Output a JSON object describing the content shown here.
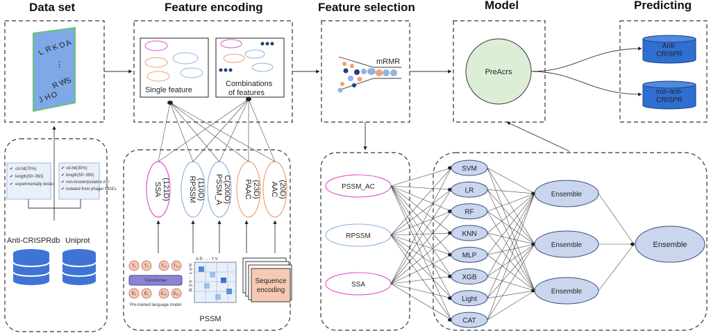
{
  "headers": {
    "dataset": "Data set",
    "encoding": "Feature encoding",
    "selection": "Feature selection",
    "model": "Model",
    "predicting": "Predicting"
  },
  "dataset_image_letters": [
    "L",
    "R",
    "K",
    "D",
    "A",
    "R",
    "W",
    "S",
    "J",
    "H",
    "O"
  ],
  "filters": {
    "anti_crispr": [
      "cd-hit(70%)",
      "length(50~350)",
      "experimentally tested"
    ],
    "uniprot": [
      "cd-hit(30%)",
      "length(50~350)",
      "non-known/putative Acr",
      "isolated from phage/ MGEs"
    ]
  },
  "databases": {
    "anti_crispr": "Anti-CRISPRdb",
    "uniprot": "Uniprot"
  },
  "encoding": {
    "single": "Single feature",
    "combo_line1": "Combinations",
    "combo_line2": "of features",
    "features": [
      {
        "name": "SSA",
        "dim": "(121D)",
        "color": "#e04fd0"
      },
      {
        "name": "RPSSM",
        "dim": "(110D)",
        "color": "#8fb4e0"
      },
      {
        "name": "PSSM_A",
        "dim": "C(200D)",
        "color": "#8fb4e0"
      },
      {
        "name": "PAAC",
        "dim": "(23D)",
        "color": "#f0a070"
      },
      {
        "name": "AAC",
        "dim": "(20D)",
        "color": "#f0a070"
      }
    ],
    "plm_tokens": [
      "T₁",
      "T₂",
      "T₁₂",
      "T₁₃"
    ],
    "plm_out": [
      "E₁",
      "E₂",
      "E₁₂",
      "E₁₃"
    ],
    "transformer": "Transformer",
    "plm_caption": "Pre-trained language model",
    "matrix_top": "A R - - - Y V",
    "matrix_side": "N R Y . . K E M",
    "pssm_caption": "PSSM",
    "sequence_line1": "Sequence",
    "sequence_line2": "encoding"
  },
  "selection": {
    "method": "mRMR",
    "selected": [
      {
        "name": "PSSM_AC",
        "color": "#e04fd0"
      },
      {
        "name": "RPSSM",
        "color": "#8fb4e0"
      },
      {
        "name": "SSA",
        "color": "#e04fd0"
      }
    ]
  },
  "model": {
    "name": "PreAcrs",
    "classifiers": [
      "SVM",
      "LR",
      "RF",
      "KNN",
      "MLP",
      "XGB",
      "Light",
      "CAT"
    ],
    "ensembles": [
      "Ensemble",
      "Ensemble",
      "Ensemble"
    ],
    "final": "Ensemble"
  },
  "predicting": {
    "class1_line1": "Anti-",
    "class1_line2": "CRISPR",
    "class2_line1": "non-anti-",
    "class2_line2": "CRISPR"
  },
  "colors": {
    "node_fill": "#c9d6ee",
    "node_stroke": "#3a4a7a",
    "cylinder": "#2f6fd1",
    "db_blue": "#3f74d6",
    "preacrs_fill": "#dcefd6"
  }
}
